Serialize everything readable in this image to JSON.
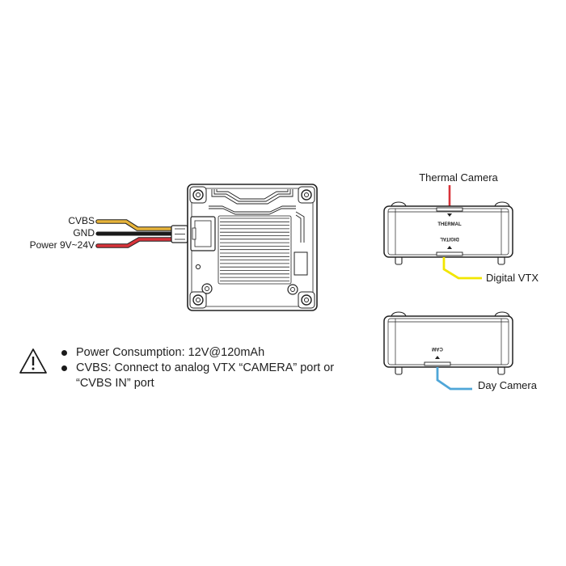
{
  "wires": {
    "cvbs": "CVBS",
    "gnd": "GND",
    "power": "Power 9V~24V"
  },
  "ports": {
    "thermal_camera": "Thermal Camera",
    "digital_vtx": "Digital VTX",
    "day_camera": "Day Camera"
  },
  "module_labels": {
    "thermal": "THERMAL",
    "digital": "DIGITAL",
    "cam": "CAM"
  },
  "notes": {
    "icon": "warning-triangle-icon",
    "items": [
      "Power Consumption: 12V@120mAh",
      "CVBS: Connect to analog VTX “CAMERA” port or “CVBS IN” port"
    ]
  },
  "colors": {
    "cvbs_wire": "#e8b43a",
    "gnd_wire": "#1a1a1a",
    "power_wire": "#d8333a",
    "thermal_lead": "#d8333a",
    "vtx_lead": "#f2e600",
    "day_lead": "#4fa6d8"
  }
}
